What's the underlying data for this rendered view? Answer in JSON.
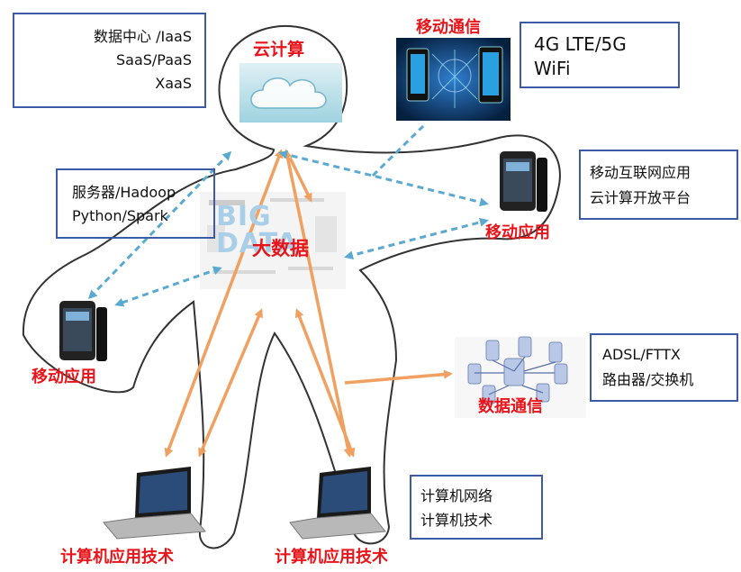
{
  "boxes": {
    "cloud_services": [
      "数据中心 /IaaS",
      "SaaS/PaaS",
      "XaaS"
    ],
    "mobile_network": [
      "4G LTE/5G",
      "WiFi"
    ],
    "server_stack": [
      "服务器/Hadoop",
      "Python/Spark"
    ],
    "mobile_internet": [
      "移动互联网应用",
      "云计算开放平台"
    ],
    "data_network": [
      "ADSL/FTTX",
      "路由器/交换机"
    ],
    "computer_network": [
      "计算机网络",
      "计算机技术"
    ]
  },
  "labels": {
    "cloud": "云计算",
    "mobile_comm": "移动通信",
    "big_data": "大数据",
    "big_data_logo": "BIG DATA",
    "mobile_app_right": "移动应用",
    "mobile_app_left": "移动应用",
    "data_comm": "数据通信",
    "computer_app_left": "计算机应用技术",
    "computer_app_right": "计算机应用技术"
  },
  "colors": {
    "box_border": "#3c5aa6",
    "label_red": "#e8141a",
    "orange_arrow": "#f0a060",
    "dashed_arrow": "#5aaad0",
    "outline": "#333333"
  },
  "icons": [
    "cloud-icon",
    "tablet-icon",
    "phone-icon",
    "laptop-icon",
    "server-icon"
  ]
}
